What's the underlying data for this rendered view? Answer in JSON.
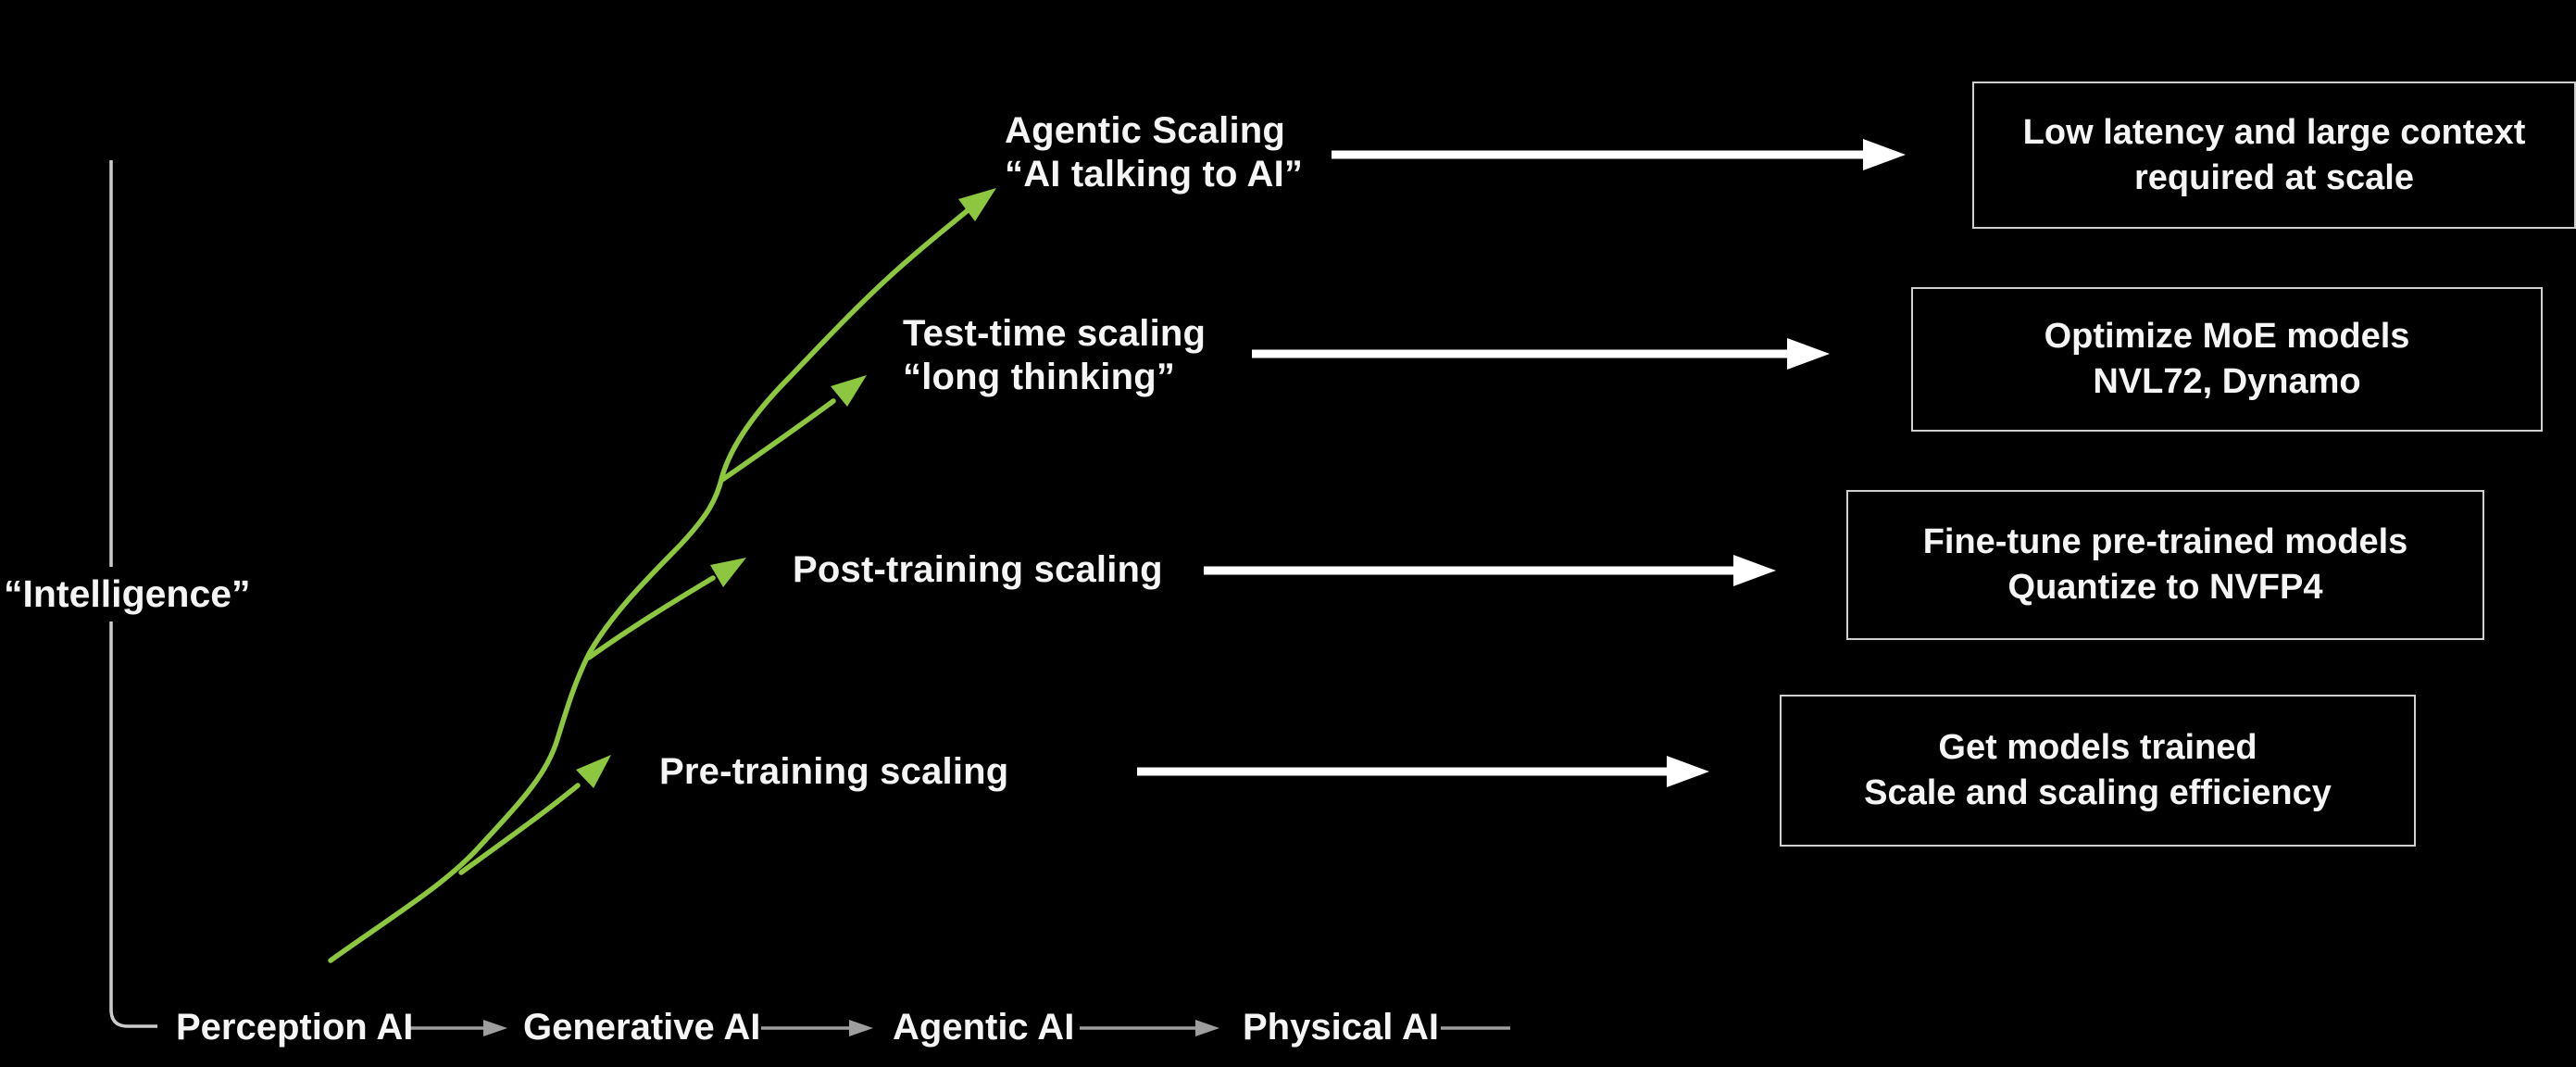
{
  "slide": {
    "background": "#000000",
    "y_axis": {
      "label": "“Intelligence”"
    },
    "x_axis": {
      "item1": "Perception AI",
      "item2": "Generative AI",
      "item3": "Agentic AI",
      "item4": "Physical AI"
    },
    "stages": {
      "pretraining": {
        "label": "Pre-training scaling",
        "box_line1": "Get models trained",
        "box_line2": "Scale and scaling efficiency"
      },
      "posttraining": {
        "label": "Post-training scaling",
        "box_line1": "Fine-tune pre-trained models",
        "box_line2": "Quantize to NVFP4"
      },
      "testtime": {
        "label": "Test-time scaling",
        "sublabel": "“long thinking”",
        "box_line1": "Optimize MoE models",
        "box_line2": "NVL72, Dynamo"
      },
      "agentic": {
        "label": "Agentic Scaling",
        "sublabel": "“AI talking to AI”",
        "box_line1": "Low latency and large context",
        "box_line2": "required at scale"
      }
    },
    "colors": {
      "bg": "#000000",
      "curve_green": "#8DC63F",
      "arrow_white": "#FFFFFF",
      "axis_gray": "#CCCCCC",
      "connector_gray": "#9E9E9E",
      "box_border": "#CFCFCF",
      "text": "#F5F5F5"
    }
  }
}
